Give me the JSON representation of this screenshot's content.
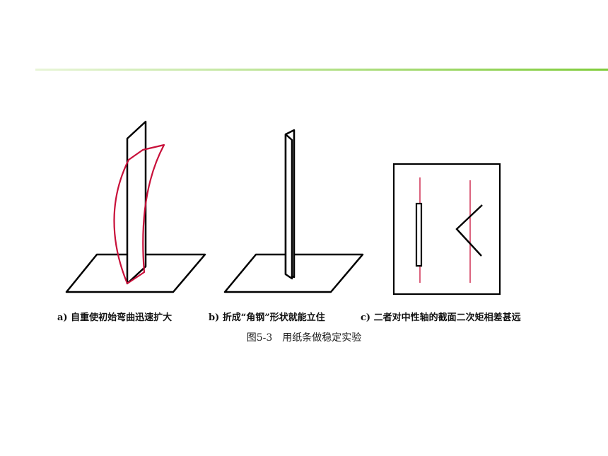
{
  "figure": {
    "title": "图5-3　用纸条做稳定实验",
    "panels": [
      {
        "id": "a",
        "caption": "a) 自重使初始弯曲迅速扩大"
      },
      {
        "id": "b",
        "caption": "b) 折成“角钢”形状就能立住"
      },
      {
        "id": "c",
        "caption": "c) 二者对中性轴的截面二次矩相差甚远"
      }
    ]
  },
  "colors": {
    "header_rule_start": "#e8f5d8",
    "header_rule_end": "#7fcc3a",
    "line": "#000000",
    "accent_red": "#c8103a"
  }
}
